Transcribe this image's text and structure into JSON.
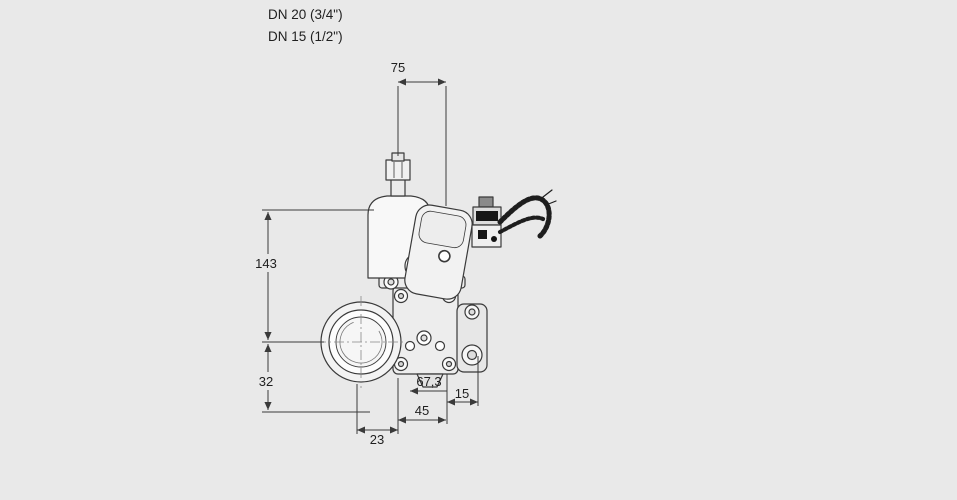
{
  "drawing": {
    "product_labels": {
      "dn20": "DN 20 (3/4\")",
      "dn15": "DN 15 (1/2\")"
    },
    "dimensions": {
      "top_width": "75",
      "body_height": "143",
      "lower_height": "32",
      "bottom_left_width": "23",
      "bottom_center_width": "45",
      "bottom_right_width": "15",
      "flats_width": "67,3"
    },
    "colors": {
      "background": "#e9e9e9",
      "line": "#3a3a3a",
      "text": "#1f1f1f"
    }
  }
}
